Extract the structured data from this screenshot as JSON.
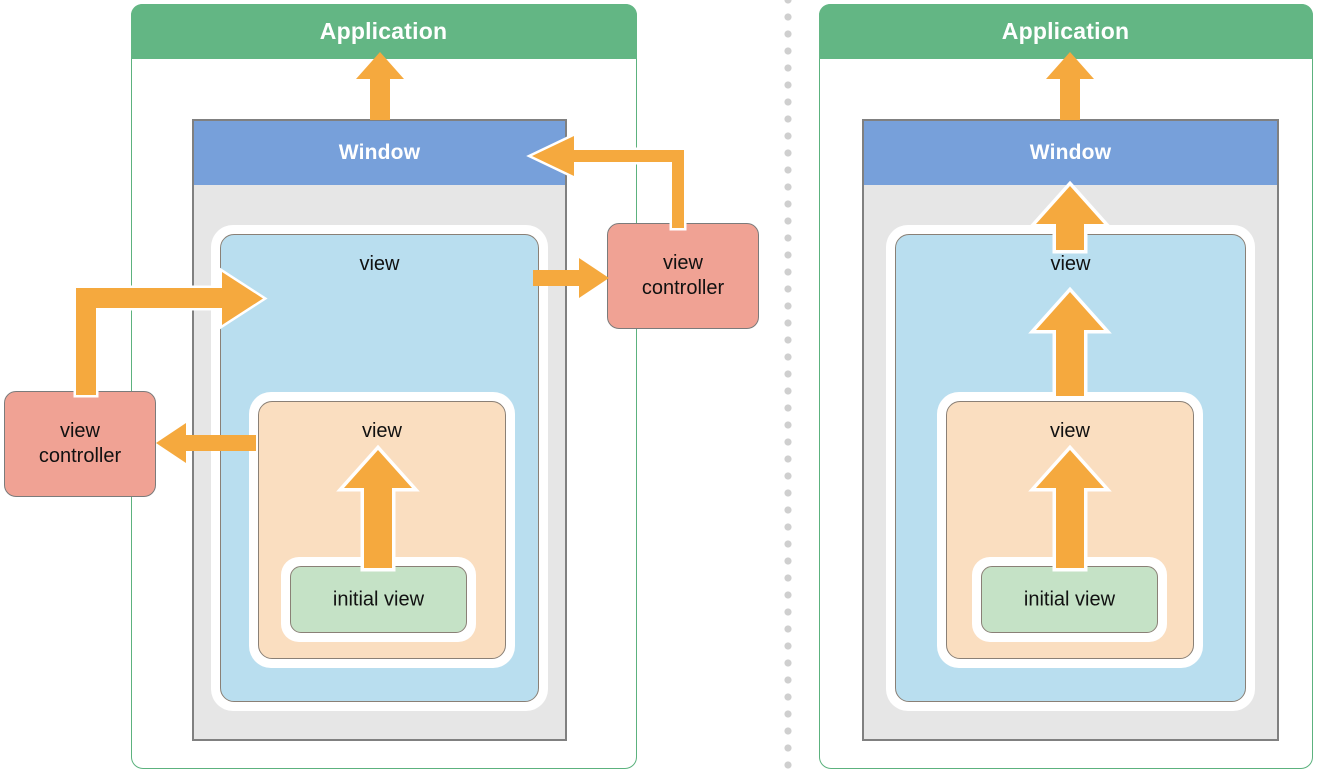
{
  "diagram": {
    "title_left": "Application",
    "title_right": "Application",
    "accent_orange": "#F5A93E",
    "green_header": "#63B684",
    "green_outline": "#5CB27E",
    "blue_header": "#77A0DA",
    "window_fill": "#E6E6E6",
    "window_border": "#808080",
    "view_blue_fill": "#B9DEEF",
    "view_orange_fill": "#FADEC0",
    "initial_view_fill": "#C5E2C6",
    "view_controller_fill": "#F0A294",
    "divider_dot_color": "#CFCFCF",
    "nested_border": "#8A8076"
  },
  "left_panel": {
    "application_label": "Application",
    "window_label": "Window",
    "outer_view_label": "view",
    "inner_view_label": "view",
    "initial_view_label": "initial view",
    "view_controller_outer": "view\ncontroller",
    "view_controller_inner": "view\ncontroller"
  },
  "right_panel": {
    "application_label": "Application",
    "window_label": "Window",
    "outer_view_label": "view",
    "inner_view_label": "view",
    "initial_view_label": "initial view"
  },
  "arrows": {
    "left": [
      {
        "name": "window-to-application",
        "from": "Window",
        "to": "Application",
        "style": "solid",
        "direction": "up"
      },
      {
        "name": "outer-view-controller-to-window",
        "from": "view controller (outer)",
        "to": "Window",
        "style": "outlined",
        "direction": "left"
      },
      {
        "name": "inner-view-controller-to-outer-view",
        "from": "view controller (inner)",
        "to": "view (blue)",
        "style": "outlined",
        "direction": "right"
      },
      {
        "name": "outer-view-to-view-controller",
        "from": "view (blue)",
        "to": "view controller (outer)",
        "style": "solid",
        "direction": "right"
      },
      {
        "name": "inner-view-to-view-controller",
        "from": "view (orange)",
        "to": "view controller (inner)",
        "style": "solid",
        "direction": "left"
      },
      {
        "name": "initial-view-to-inner-view",
        "from": "initial view",
        "to": "view (orange)",
        "style": "outlined",
        "direction": "up"
      }
    ],
    "right": [
      {
        "name": "window-to-application",
        "from": "Window",
        "to": "Application",
        "style": "solid",
        "direction": "up"
      },
      {
        "name": "outer-view-to-window",
        "from": "view (blue)",
        "to": "Window",
        "style": "outlined",
        "direction": "up"
      },
      {
        "name": "inner-view-to-outer-view",
        "from": "view (orange)",
        "to": "view (blue)",
        "style": "outlined",
        "direction": "up"
      },
      {
        "name": "initial-view-to-inner-view",
        "from": "initial view",
        "to": "view (orange)",
        "style": "outlined",
        "direction": "up"
      }
    ]
  }
}
